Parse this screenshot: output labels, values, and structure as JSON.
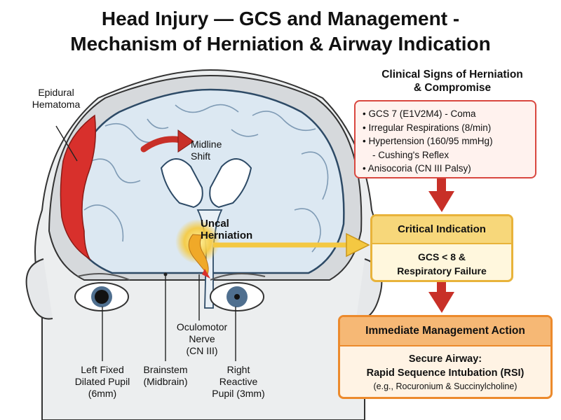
{
  "title": {
    "line1": "Head Injury — GCS and Management -",
    "line2": "Mechanism of Herniation & Airway Indication"
  },
  "labels": {
    "epidural": [
      "Epidural",
      "Hematoma"
    ],
    "midline": [
      "Midline",
      "Shift"
    ],
    "uncal": [
      "Uncal",
      "Herniation"
    ],
    "oculomotor": [
      "Oculomotor",
      "Nerve",
      "(CN III)"
    ],
    "left_pupil": [
      "Left Fixed",
      "Dilated Pupil",
      "(6mm)"
    ],
    "brainstem": [
      "Brainstem",
      "(Midbrain)"
    ],
    "right_pupil": [
      "Right",
      "Reactive",
      "Pupil (3mm)"
    ]
  },
  "signs": {
    "heading": [
      "Clinical Signs of Herniation",
      "& Compromise"
    ],
    "items": [
      "GCS 7 (E1V2M4) - Coma",
      "Irregular Respirations (8/min)",
      "Hypertension (160/95 mmHg)",
      "- Cushing's Reflex",
      "Anisocoria (CN III Palsy)"
    ]
  },
  "critical": {
    "header": "Critical Indication",
    "body": [
      "GCS < 8 &",
      "Respiratory Failure"
    ]
  },
  "management": {
    "header": "Immediate Management Action",
    "body": [
      "Secure Airway:",
      "Rapid Sequence Intubation (RSI)"
    ],
    "note": "(e.g., Rocuronium & Succinylcholine)"
  },
  "colors": {
    "hematoma": "#d8302c",
    "brain": "#dce8f2",
    "skin": "#e8eaec",
    "signs_border": "#d9473f",
    "critical_border": "#e8b33a",
    "management_border": "#ec8a2c",
    "arrow_red": "#c83028",
    "arrow_yellow": "#f4c842"
  }
}
